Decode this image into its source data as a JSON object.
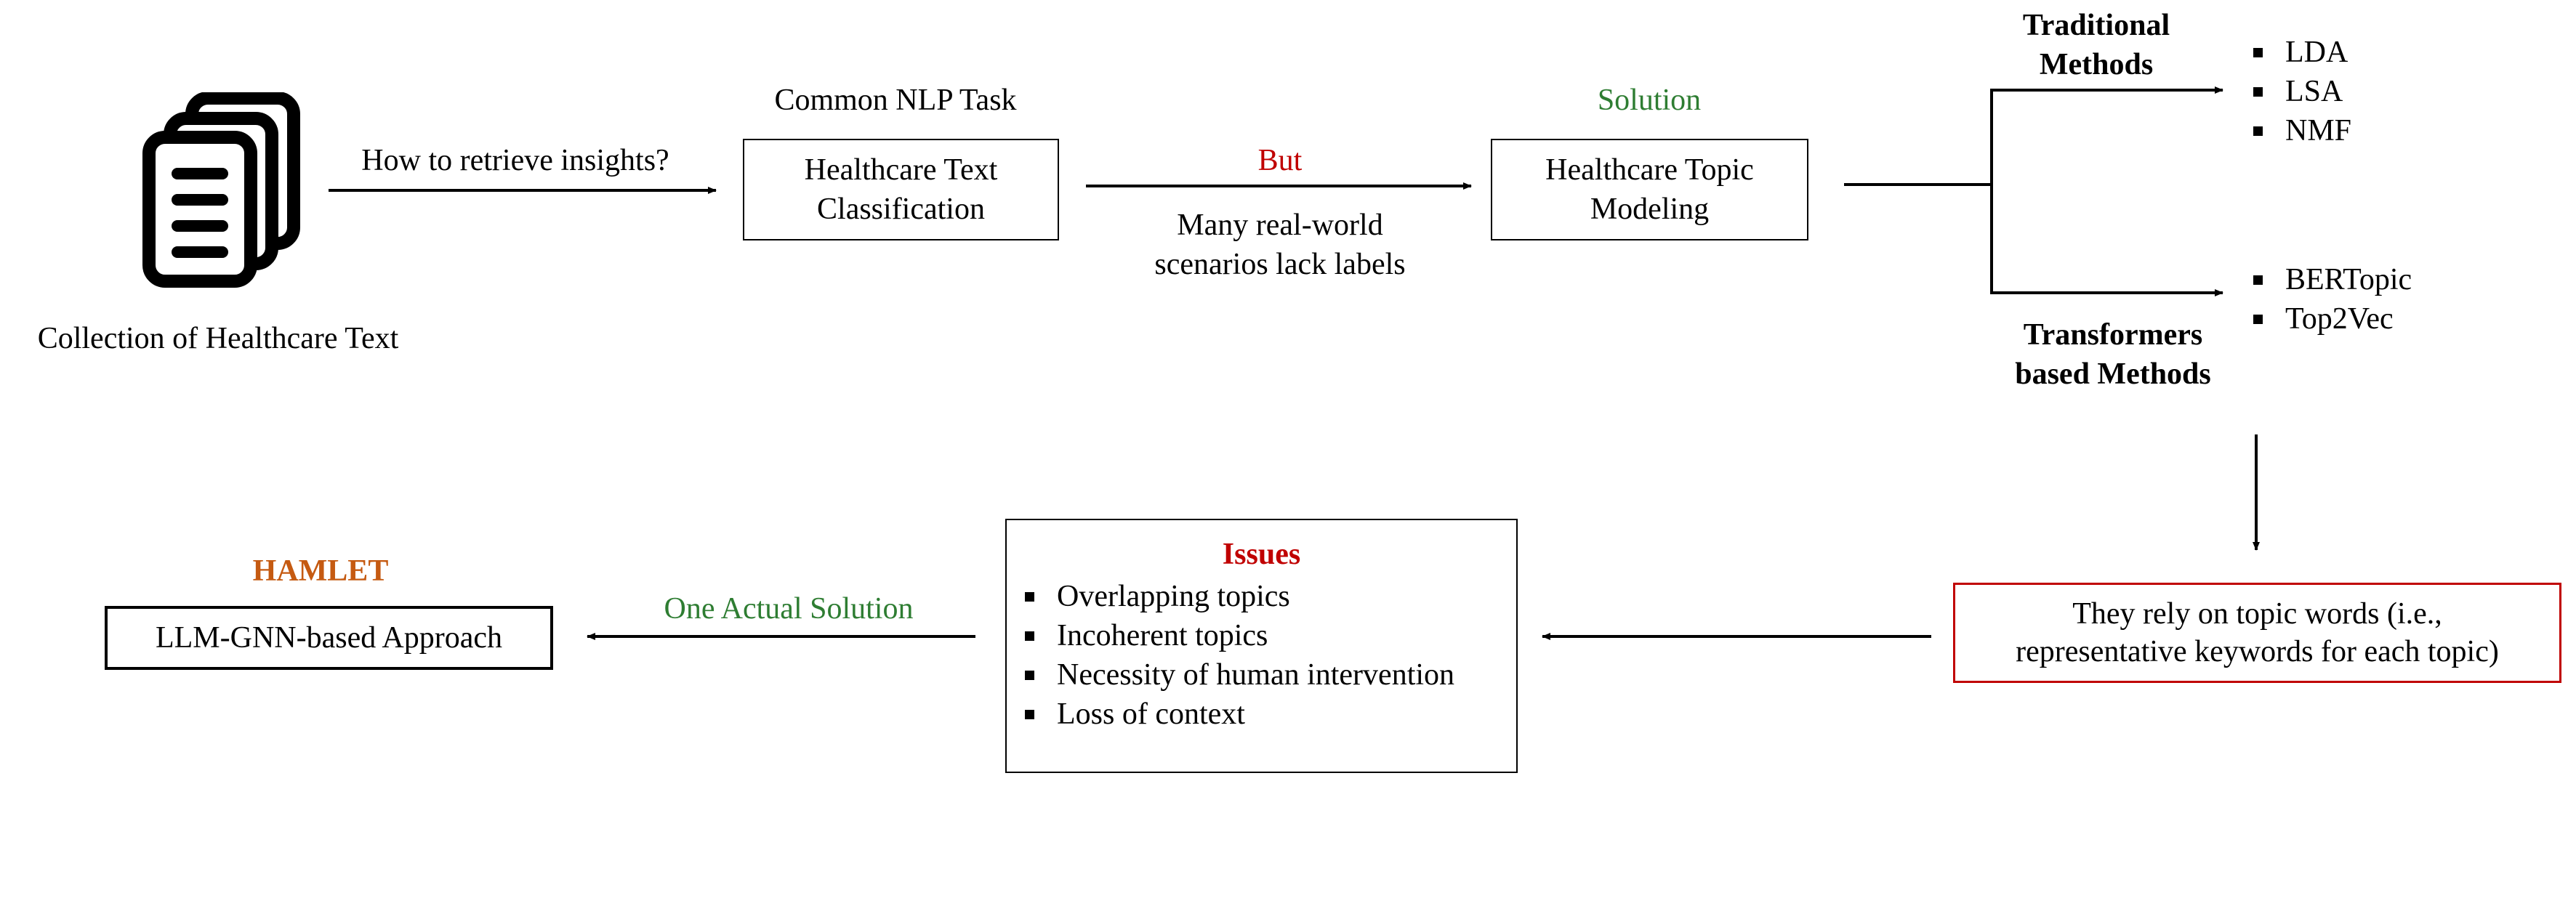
{
  "collection_label": "Collection of Healthcare Text",
  "question_label": "How to retrieve insights?",
  "classification": {
    "heading": "Common NLP Task",
    "box_line1": "Healthcare Text",
    "box_line2": "Classification"
  },
  "transition": {
    "but_label": "But",
    "reason_line1": "Many real-world",
    "reason_line2": "scenarios lack labels"
  },
  "topic_modeling": {
    "heading": "Solution",
    "box_line1": "Healthcare Topic",
    "box_line2": "Modeling"
  },
  "traditional": {
    "title_line1": "Traditional",
    "title_line2": "Methods",
    "items": [
      "LDA",
      "LSA",
      "NMF"
    ]
  },
  "transformers": {
    "title_line1": "Transformers",
    "title_line2": "based Methods",
    "items": [
      "BERTopic",
      "Top2Vec"
    ]
  },
  "reliance": {
    "line1": "They rely on topic words (i.e.,",
    "line2": "representative keywords for each topic)"
  },
  "issues": {
    "title": "Issues",
    "items": [
      "Overlapping topics",
      "Incoherent topics",
      "Necessity of human intervention",
      "Loss of context"
    ]
  },
  "solution_label": "One Actual Solution",
  "hamlet": {
    "title": "HAMLET",
    "box_label": "LLM-GNN-based Approach"
  },
  "colors": {
    "red": "#c00000",
    "green": "#2e7d32",
    "orange": "#c55a11",
    "reliance_border": "#c00000"
  }
}
